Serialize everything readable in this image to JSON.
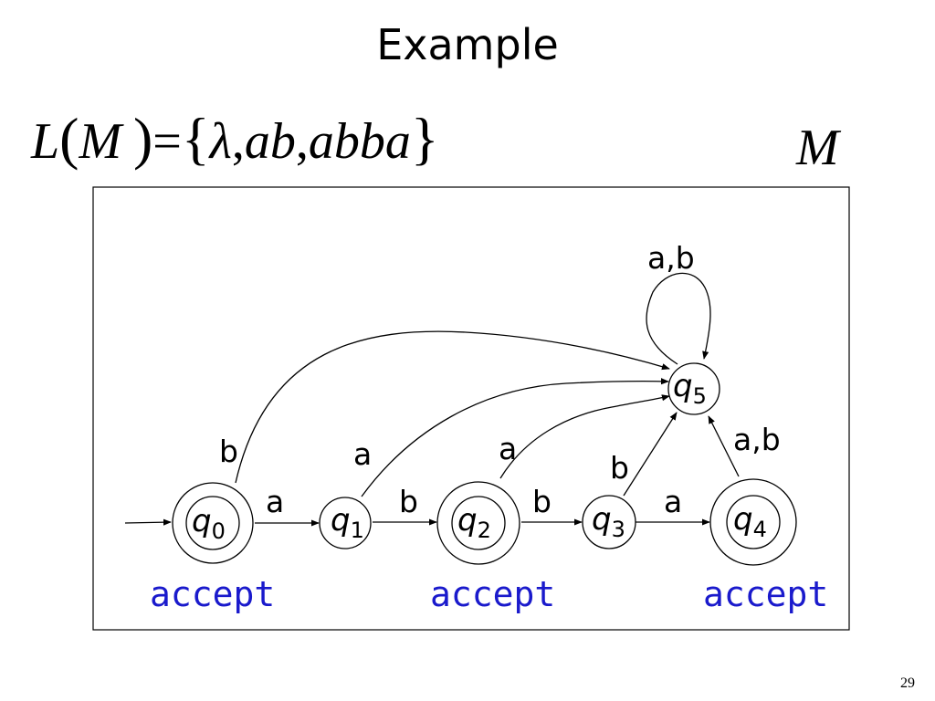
{
  "slide": {
    "title": "Example",
    "machine_name": "M",
    "page_number": "29"
  },
  "formula": {
    "lhs_L": "L",
    "lhs_M": "M",
    "equals": "=",
    "lambda": "λ",
    "word_ab": "ab",
    "word_abba": "abba"
  },
  "automaton": {
    "states": [
      {
        "name": "q",
        "sub": "0",
        "accepting": true
      },
      {
        "name": "q",
        "sub": "1",
        "accepting": false
      },
      {
        "name": "q",
        "sub": "2",
        "accepting": true
      },
      {
        "name": "q",
        "sub": "3",
        "accepting": false
      },
      {
        "name": "q",
        "sub": "4",
        "accepting": true
      },
      {
        "name": "q",
        "sub": "5",
        "accepting": false
      }
    ],
    "labels": {
      "q0_q1": "a",
      "q1_q2": "b",
      "q2_q3": "b",
      "q3_q4": "a",
      "q0_q5": "b",
      "q1_q5": "a",
      "q2_q5": "a",
      "q3_q5": "b",
      "q4_q5": "a,b",
      "q5_loop": "a,b"
    },
    "accept_label": "accept",
    "accept_color": "#1a1acc"
  }
}
